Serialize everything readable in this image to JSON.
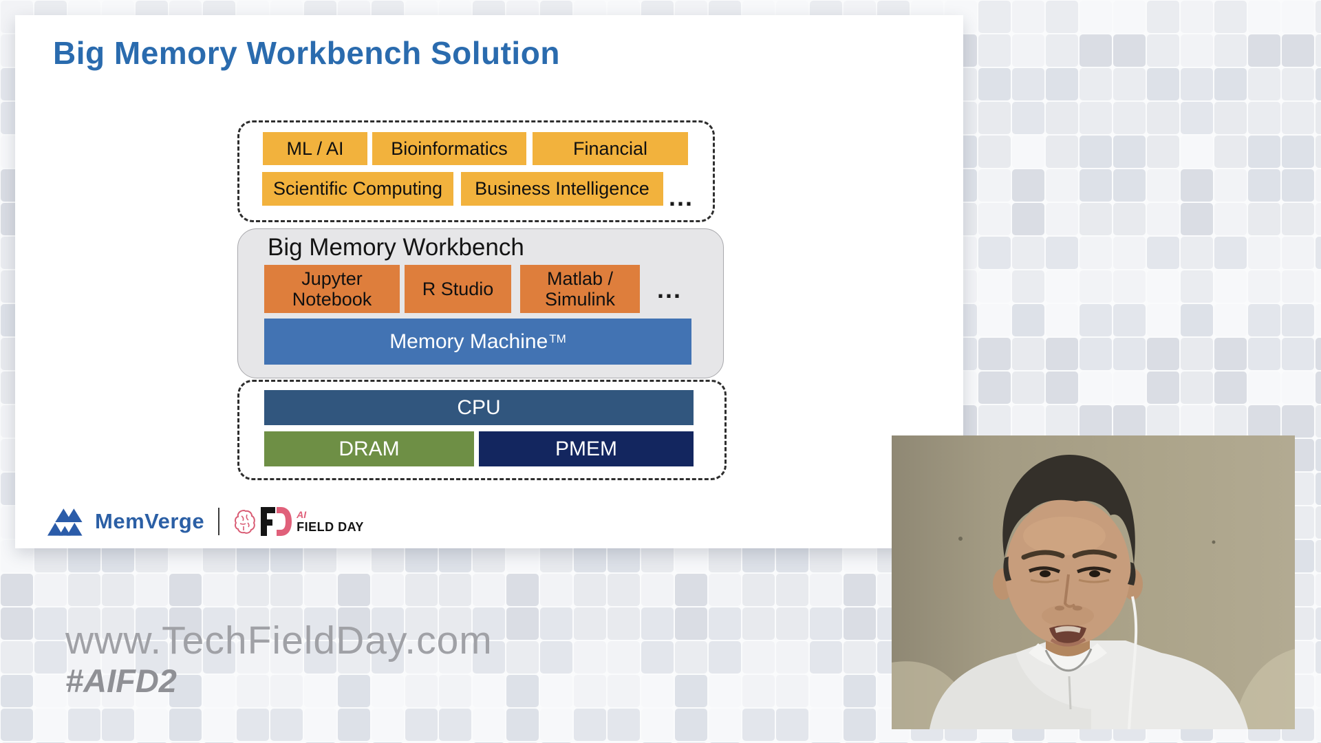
{
  "slide": {
    "title": "Big Memory Workbench Solution",
    "applications": {
      "row1": [
        "ML / AI",
        "Bioinformatics",
        "Financial"
      ],
      "row2": [
        "Scientific Computing",
        "Business Intelligence"
      ],
      "ellipsis": "..."
    },
    "workbench": {
      "title": "Big Memory Workbench",
      "tools": [
        "Jupyter Notebook",
        "R Studio",
        "Matlab / Simulink"
      ],
      "ellipsis": "...",
      "platform": "Memory Machine",
      "platform_mark": "TM"
    },
    "hardware": {
      "cpu": "CPU",
      "dram": "DRAM",
      "pmem": "PMEM"
    },
    "footer": {
      "memverge": "MemVerge",
      "fieldday_ai": "AI",
      "fieldday_name": "FIELD DAY"
    }
  },
  "watermark": {
    "url": "www.TechFieldDay.com",
    "hashtag": "#AIFD2"
  },
  "colors": {
    "title_blue": "#2a6bae",
    "app_yellow": "#f2b23d",
    "tool_orange": "#de7e3c",
    "platform_blue": "#4273b3",
    "cpu_slate": "#31567e",
    "dram_green": "#6e8f45",
    "pmem_navy": "#13265f",
    "memverge_blue": "#2b5fa5",
    "fieldday_pink": "#e0607a",
    "watermark_gray": "#a0a1a6"
  }
}
